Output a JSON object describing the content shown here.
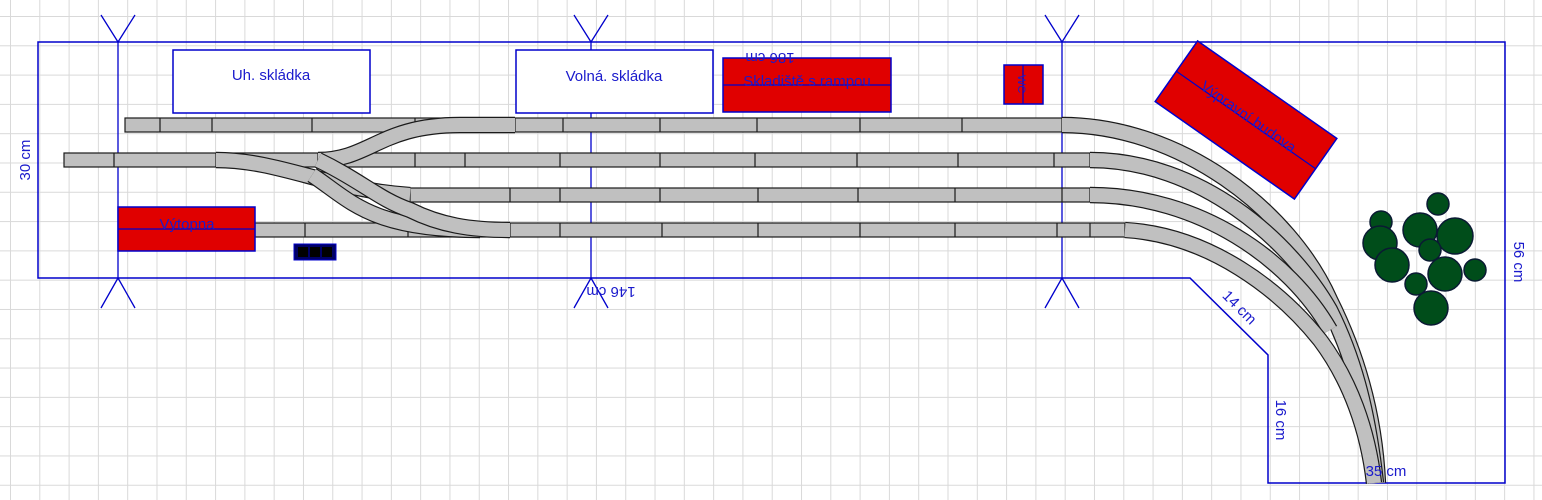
{
  "colors": {
    "outline": "#0000cc",
    "building_fill": "#e00000",
    "white_building_fill": "#ffffff",
    "track_fill": "#c0c0c0",
    "track_stroke": "#1a1a1a",
    "tree_fill": "#004d1a",
    "tree_stroke": "#0a1a33",
    "bench_fill": "#000066",
    "label_color": "#1a1acc"
  },
  "buildings": [
    {
      "id": "uhelna-skladka",
      "label": "Uh. skládka",
      "fill": "white"
    },
    {
      "id": "volna-skladka",
      "label": "Volná. skládka",
      "fill": "white"
    },
    {
      "id": "skladiste-s-rampou",
      "label": "Skladiště s rampou",
      "fill": "red"
    },
    {
      "id": "wc",
      "label": "WC",
      "fill": "red"
    },
    {
      "id": "vytopna",
      "label": "Výtopna",
      "fill": "red"
    },
    {
      "id": "vypravni-budova",
      "label": "Výpravní budova",
      "fill": "red"
    }
  ],
  "dimensions": {
    "top_length": "186 cm",
    "bottom_length": "146 cm",
    "left_height": "30 cm",
    "right_height": "56 cm",
    "diagonal": "14 cm",
    "step_height": "16 cm",
    "bottom_width": "35 cm"
  },
  "trees": {
    "count": 12
  }
}
